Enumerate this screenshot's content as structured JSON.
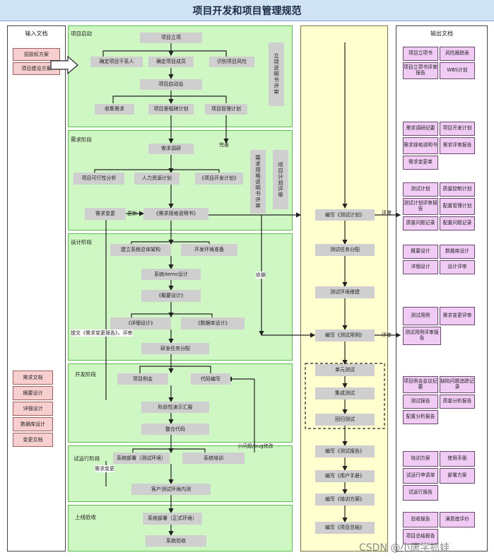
{
  "title": "项目开发和项目管理规范",
  "input_col": {
    "title": "输入文档",
    "top_docs": [
      "招投标方案",
      "项目建设方案"
    ],
    "bottom_docs": [
      "需求文档",
      "概要设计",
      "详细设计",
      "数据库设计",
      "变更文档"
    ]
  },
  "output_col": {
    "title": "输出文档",
    "groups": [
      [
        "项目立项书",
        "风险跟踪表",
        "项目立项书评审报告",
        "WBS计划"
      ],
      [
        "需求调研纪要",
        "项目开发计划",
        "需求规格说明书",
        "需求评审报告",
        "需求变更单"
      ],
      [
        "测试计划",
        "质量控制计划",
        "测试计划评审报告",
        "配置管理计划",
        "质量问题记录",
        "配置问题记录"
      ],
      [
        "概要设计",
        "数据库设计",
        "详细设计",
        "设计评审"
      ],
      [
        "测试用例",
        "需求变更评审",
        "测试用例评审报告"
      ],
      [
        "项目例会会议纪要",
        "缺陷问题追踪记录",
        "测试报告",
        "质量分析报告",
        "配置分析报告"
      ],
      [
        "培训方案",
        "使用手册",
        "试运行申请单",
        "部署方案",
        "试运行报告"
      ],
      [
        "验收报告",
        "满意度评价",
        "项目总结报告"
      ]
    ]
  },
  "phases": {
    "p1": {
      "label": "项目启动",
      "boxes": [
        "项目立项",
        "确定项目干系人",
        "确定项目成员",
        "识别项目风险",
        "项目启动会",
        "收集需求",
        "项目里程碑计划",
        "项目管理计划"
      ],
      "review": "立项说明书评审"
    },
    "p2": {
      "label": "需求阶段",
      "boxes": [
        "需求调研",
        "项目可行性分析",
        "人力资源计划",
        "《项目开发计划》",
        "需求变更",
        "《需求规格说明书》"
      ],
      "review1": "需求规格说明书评审",
      "review2": "项目计划评审"
    },
    "p3": {
      "label": "设计阶段",
      "boxes": [
        "建立系统总体架构",
        "开发环境准备",
        "系统demo设计",
        "《概要设计》",
        "《详细设计》",
        "《数据库设计》",
        "研发任务分配"
      ]
    },
    "p4": {
      "label": "开发阶段",
      "boxes": [
        "项目例会",
        "代码编写",
        "阶段性演示汇报",
        "整合代码"
      ]
    },
    "p5": {
      "label": "试运行阶段",
      "boxes": [
        "系统部署（测试环境）",
        "系统培训",
        "客户测试环境内测"
      ]
    },
    "p6": {
      "label": "上线验收",
      "boxes": [
        "系统部署（正式环境）",
        "系统验收"
      ]
    }
  },
  "test_col": {
    "boxes": [
      "编写《测试计划》",
      "测试任务分配",
      "测试环境搭建",
      "编写《测试用例》",
      "单元测试",
      "集成测试",
      "回归测试",
      "编写《测试报告》",
      "编写《用户手册》",
      "编写《培训方案》",
      "编写《项目总结》"
    ]
  },
  "notes": {
    "wanshan": "完善",
    "gengxin": "更新",
    "yiju": "依据",
    "pingshen1": "评审",
    "pingshen2": "评审",
    "tijiao": "提交《需求变更报告》，评审",
    "xiaowenti": "小问题/bug修改",
    "xuqiubiangeng": "需求变更"
  },
  "watermark": "CSDN @小唐学抓娃",
  "colors": {
    "phase": "#cff7c4",
    "test": "#ffffd0",
    "doc": "#f0ccf5",
    "input": "#f8cfcf",
    "box": "#cfcfcf",
    "title": "#cfe3f5"
  }
}
